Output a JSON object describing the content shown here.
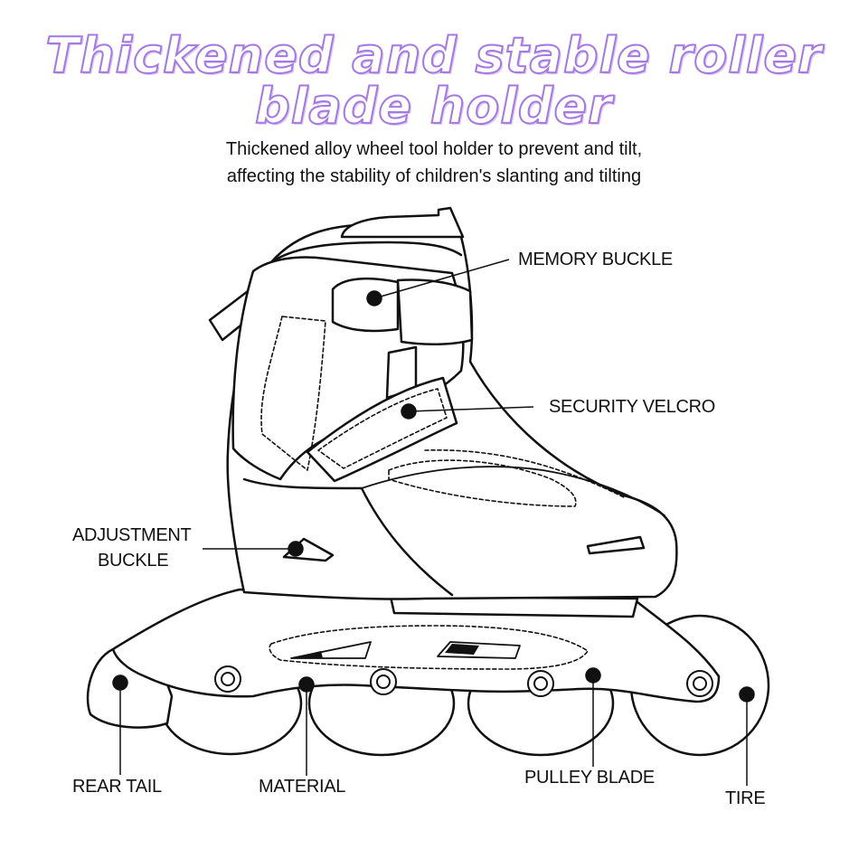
{
  "title_line1": "Thickened and stable roller",
  "title_line2": "blade holder",
  "subtitle_line1": "Thickened alloy wheel tool holder to prevent and tilt,",
  "subtitle_line2": "affecting the stability of children's slanting and tilting",
  "colors": {
    "title_outline": "#a57ae0",
    "ink": "#111111"
  },
  "labels": {
    "memory_buckle": "MEMORY BUCKLE",
    "security_velcro": "SECURITY VELCRO",
    "adjustment_line1": "ADJUSTMENT",
    "adjustment_line2": "BUCKLE",
    "rear_tail": "REAR TAIL",
    "material": "MATERIAL",
    "pulley_blade": "PULLEY BLADE",
    "tire": "TIRE"
  }
}
